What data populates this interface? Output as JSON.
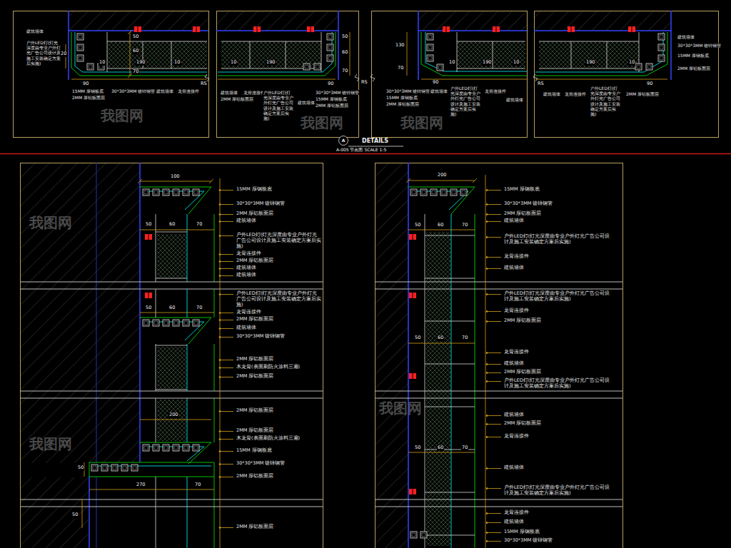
{
  "diagram": {
    "title": "DETAILS",
    "nodes": [
      {
        "text": [
          "A"
        ]
      }
    ],
    "labels": [
      "建筑墙体",
      "户外LED灯(灯光深度由专业户外灯光广告公司设计及施工安装确定方案后实施)",
      "15MM 厚钢板底",
      "2MM 厚铝板面层",
      "30*30*3MM 镀锌钢管",
      "建筑墙体",
      "龙骨连接件",
      "20",
      "90",
      "10",
      "190",
      "10",
      "50",
      "60",
      "70",
      "RS",
      "建筑墙体",
      "2MM 厚铝板面层",
      "龙骨连接件",
      "户外LED灯(灯光深度由专业户外灯光广告公司设计及施工安装确定方案后实施)",
      "建筑墙体",
      "30*30*3MM 镀锌钢管",
      "15MM 厚钢板底",
      "2MM 厚铝板面层",
      "190",
      "10",
      "90",
      "50",
      "60",
      "70",
      "RS",
      "30*30*3MM 镀锌钢管",
      "15MM 厚钢板底",
      "2MM 厚铝板面层",
      "建筑墙体",
      "户外LED灯(灯光深度由专业户外灯光广告公司设计及施工安装确定方案后实施)",
      "龙骨连接件",
      "建筑墙体",
      "130",
      "70",
      "90",
      "10",
      "190",
      "10",
      "建筑墙体",
      "30*30*3MM 镀锌钢管",
      "15MM 厚钢板底",
      "2MM 厚铝板面层",
      "建筑墙体",
      "龙骨连接件",
      "户外LED灯(灯光深度由专业户外灯光广告公司设计及施工安装确定方案后实施)",
      "2MM 厚铝板面层",
      "RS",
      "190",
      "90",
      "10",
      "A-005 节点图 SCALE 1:5",
      "100",
      "15MM 厚钢板底",
      "30*30*3MM 镀锌钢管",
      "2MM 厚铝板面层",
      "建筑墙体",
      "50",
      "60",
      "70",
      "户外LED灯(灯光深度由专业户外灯光广告公司设计及施工安装确定方案后实施)",
      "龙骨连接件",
      "2MM 厚铝板面层",
      "建筑墙体",
      "建筑墙体",
      "户外LED灯(灯光深度由专业户外灯光广告公司设计及施工安装确定方案后实施)",
      "龙骨连接件",
      "2MM 厚铝板面层",
      "50",
      "60",
      "70",
      "建筑墙体",
      "30*30*3MM 镀锌钢管",
      "2MM 厚铝板面层",
      "木龙骨(表面刷防火涂料三遍)",
      "2MM 厚铝板面层",
      "2MM 厚铝板面层",
      "200",
      "2MM 厚铝板面层",
      "木龙骨(表面刷防火涂料三遍)",
      "15MM 厚钢板底",
      "30*30*3MM 镀锌钢管",
      "2MM 厚铝板面层",
      "50",
      "270",
      "70",
      "2MM 厚铝板面层",
      "50",
      "200",
      "15MM 厚钢板底",
      "30*30*3MM 镀锌钢管",
      "2MM 厚铝板面层",
      "建筑墙体",
      "50",
      "60",
      "70",
      "户外LED灯(灯光深度由专业户外灯光广告公司设计及施工安装确定方案后实施)",
      "龙骨连接件",
      "建筑墙体",
      "户外LED灯(灯光深度由专业户外灯光广告公司设计及施工安装确定方案后实施)",
      "龙骨连接件",
      "2MM 厚铝板面层",
      "50",
      "60",
      "70",
      "龙骨连接件",
      "建筑墙体",
      "2MM 厚铝板面层",
      "户外LED灯(灯光深度由专业户外灯光广告公司设计及施工安装确定方案后实施)",
      "建筑墙体",
      "2MM 厚铝板面层",
      "龙骨连接件",
      "50",
      "60",
      "70",
      "建筑墙体",
      "户外LED灯(灯光深度由专业户外灯光广告公司设计及施工安装确定方案后实施)",
      "龙骨连接件",
      "建筑墙体",
      "15MM 厚钢板底",
      "30*30*3MM 镀锌钢管",
      "我图网",
      "我图网",
      "我图网",
      "我图网",
      "我图网",
      "我图网"
    ]
  }
}
